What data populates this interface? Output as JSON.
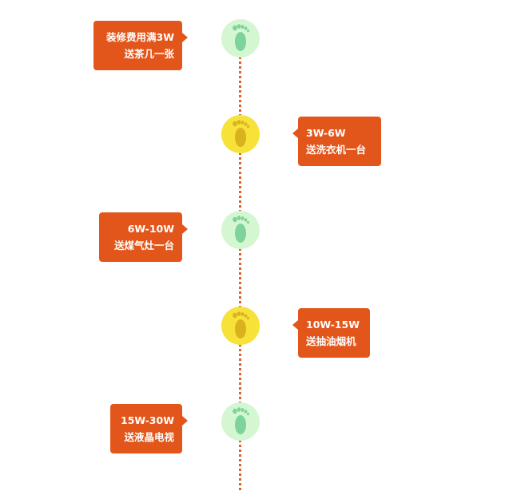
{
  "colors": {
    "accent": "#e2561b",
    "line": "#d9622b",
    "node_green_bg": "#d4f7d2",
    "node_green_foot": "#7dd39a",
    "node_yellow_bg": "#f7e23a",
    "node_yellow_foot": "#d9b21f"
  },
  "timeline": {
    "steps": [
      {
        "line1": "装修费用满3W",
        "line2": "送茶几一张",
        "side": "left",
        "node_icon": "footprint-icon",
        "node_color": "green"
      },
      {
        "line1": "3W-6W",
        "line2": "送洗衣机一台",
        "side": "right",
        "node_icon": "footprint-icon",
        "node_color": "yellow"
      },
      {
        "line1": "6W-10W",
        "line2": "送煤气灶一台",
        "side": "left",
        "node_icon": "footprint-icon",
        "node_color": "green"
      },
      {
        "line1": "10W-15W",
        "line2": "送抽油烟机",
        "side": "right",
        "node_icon": "footprint-icon",
        "node_color": "yellow"
      },
      {
        "line1": "15W-30W",
        "line2": "送液晶电视",
        "side": "left",
        "node_icon": "footprint-icon",
        "node_color": "green"
      }
    ]
  }
}
